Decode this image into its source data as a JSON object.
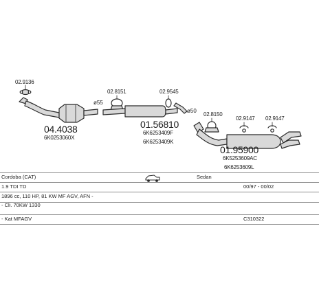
{
  "diagram": {
    "parts": {
      "gasket_front": "02.9136",
      "front_pipe": "04.4038",
      "front_pipe_oe": "6K0253060X",
      "clamp_front": "02.8151",
      "middle_silencer": "01.56810",
      "middle_silencer_oe_1": "6K6253409F",
      "middle_silencer_oe_2": "6K6253409K",
      "clamp_middle": "02.9545",
      "clamp_rear_pipe": "02.8150",
      "rubber_mount_1": "02.9147",
      "rubber_mount_2": "02.9147",
      "rear_silencer": "01.95900",
      "rear_silencer_oe_1": "6K5253609AC",
      "rear_silencer_oe_2": "6K6253609L"
    },
    "diameters": {
      "d1": "ø55",
      "d2": "ø50"
    }
  },
  "table": {
    "row1": {
      "model": "Cordoba (CAT)",
      "body": "Sedan"
    },
    "row2": {
      "engine": "1.9 TDI TD",
      "years": "00/97 - 00/02"
    },
    "row3": {
      "spec": "1896 cc, 110 HP, 81 KW MF AGV, AFN -"
    },
    "row4": {
      "notes": "- Cli. 70KW 1330"
    },
    "row5": {
      "kit": "- Kat MFAGV",
      "kit_number": "C310322"
    }
  },
  "colors": {
    "line": "#2a2a2a",
    "fill": "#d9d9d9",
    "rule": "#8c8c8c"
  }
}
